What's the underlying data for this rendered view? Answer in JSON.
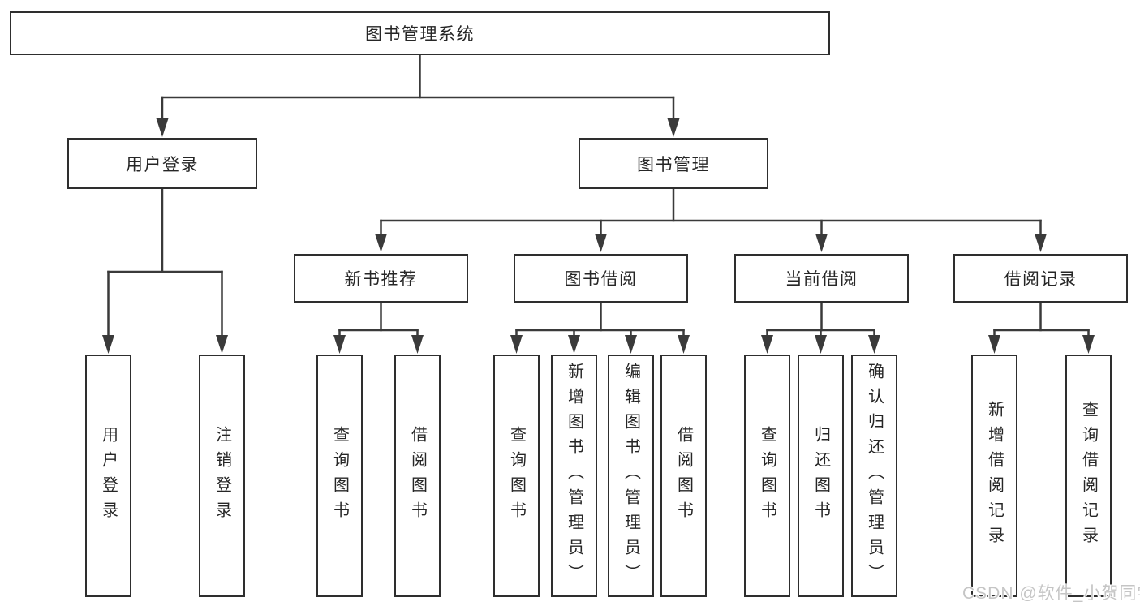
{
  "nodes": {
    "root": "图书管理系统",
    "user_login": "用户登录",
    "book_management": "图书管理",
    "new_book_recommend": "新书推荐",
    "book_borrow": "图书借阅",
    "current_borrow": "当前借阅",
    "borrow_record": "借阅记录",
    "leaf_user_login": "用户登录",
    "leaf_logout": "注销登录",
    "leaf_nbr_query_book": "查询图书",
    "leaf_nbr_borrow_book": "借阅图书",
    "leaf_bb_query_book": "查询图书",
    "leaf_bb_add_book_admin": "新增图书（管理员）",
    "leaf_bb_edit_book_admin": "编辑图书（管理员）",
    "leaf_bb_borrow_book": "借阅图书",
    "leaf_cb_query_book": "查询图书",
    "leaf_cb_return_book": "归还图书",
    "leaf_cb_confirm_return_admin": "确认归还（管理员）",
    "leaf_br_add_record": "新增借阅记录",
    "leaf_br_query_record": "查询借阅记录"
  },
  "structure": {
    "图书管理系统": [
      "用户登录",
      "图书管理"
    ],
    "用户登录": [
      "用户登录",
      "注销登录"
    ],
    "图书管理": [
      "新书推荐",
      "图书借阅",
      "当前借阅",
      "借阅记录"
    ],
    "新书推荐": [
      "查询图书",
      "借阅图书"
    ],
    "图书借阅": [
      "查询图书",
      "新增图书（管理员）",
      "编辑图书（管理员）",
      "借阅图书"
    ],
    "当前借阅": [
      "查询图书",
      "归还图书",
      "确认归还（管理员）"
    ],
    "借阅记录": [
      "新增借阅记录",
      "查询借阅记录"
    ]
  },
  "watermark": "CSDN @软件_小贺同学",
  "colors": {
    "line": "#3a3a3a",
    "box_border": "#2e2e2e",
    "text": "#262626",
    "background": "#ffffff",
    "watermark": "#c5c5c5"
  }
}
